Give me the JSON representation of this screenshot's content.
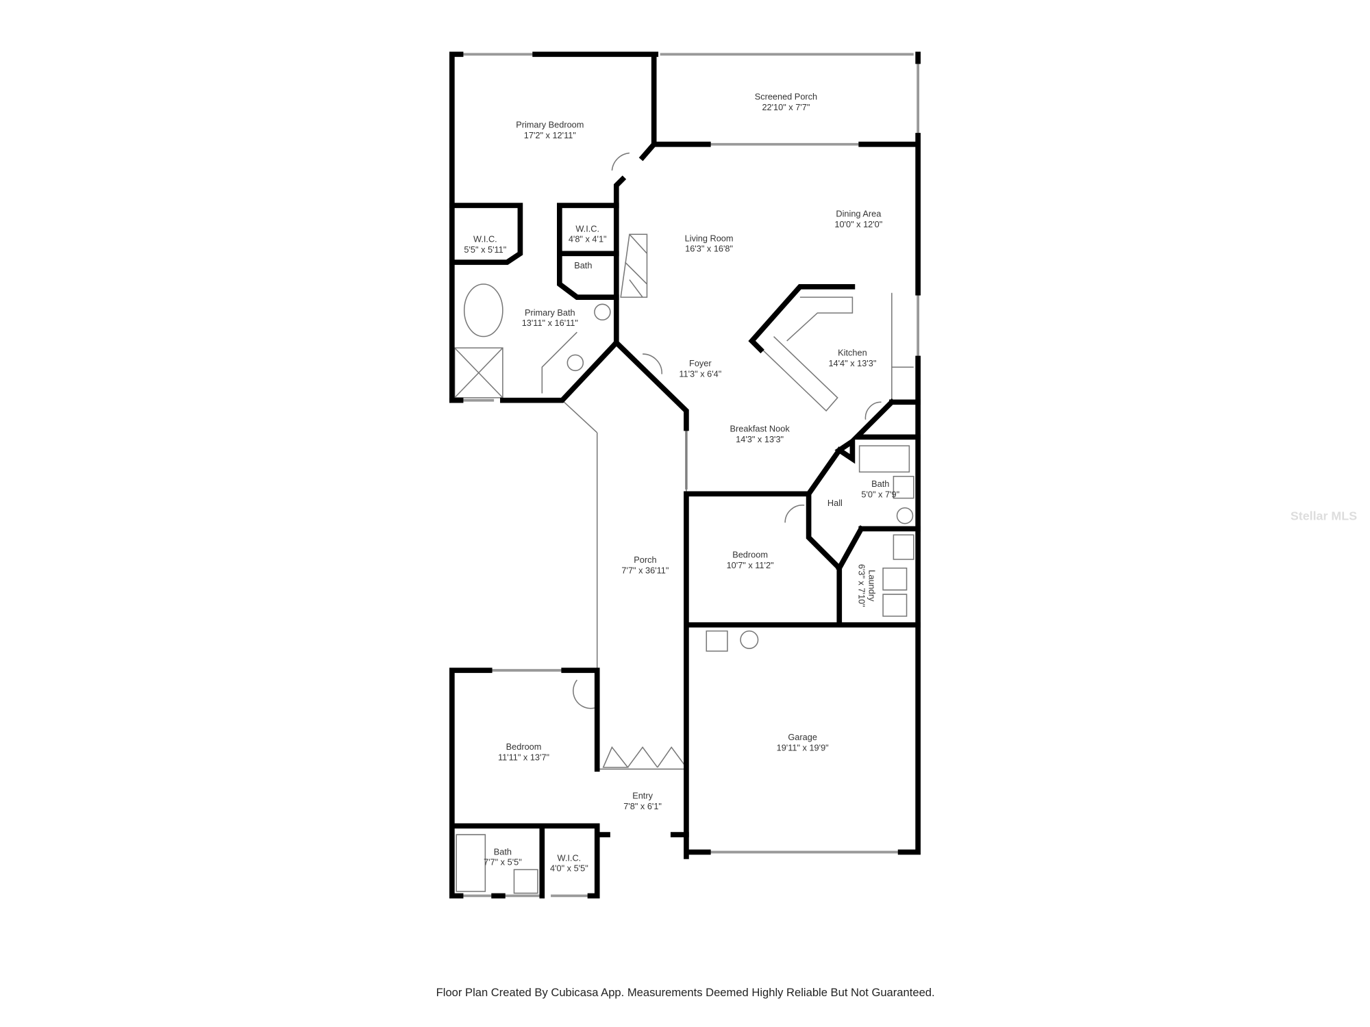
{
  "rooms": [
    {
      "name": "Primary Bedroom",
      "dim": "17'2\" x 12'11\""
    },
    {
      "name": "Screened Porch",
      "dim": "22'10\" x 7'7\""
    },
    {
      "name": "Dining Area",
      "dim": "10'0\" x 12'0\""
    },
    {
      "name": "Living Room",
      "dim": "16'3\" x 16'8\""
    },
    {
      "name": "W.I.C.",
      "dim": "5'5\" x 5'11\""
    },
    {
      "name": "W.I.C.",
      "dim": "4'8\" x 4'1\""
    },
    {
      "name": "Bath",
      "dim": ""
    },
    {
      "name": "Primary Bath",
      "dim": "13'11\" x 16'11\""
    },
    {
      "name": "Kitchen",
      "dim": "14'4\" x 13'3\""
    },
    {
      "name": "Foyer",
      "dim": "11'3\" x 6'4\""
    },
    {
      "name": "Breakfast Nook",
      "dim": "14'3\" x 13'3\""
    },
    {
      "name": "Bath",
      "dim": "5'0\" x 7'9\""
    },
    {
      "name": "Hall",
      "dim": ""
    },
    {
      "name": "Porch",
      "dim": "7'7\" x 36'11\""
    },
    {
      "name": "Bedroom",
      "dim": "10'7\" x 11'2\""
    },
    {
      "name": "Laundry",
      "dim": "6'3\" x 7'10\""
    },
    {
      "name": "Garage",
      "dim": "19'11\" x 19'9\""
    },
    {
      "name": "Bedroom",
      "dim": "11'11\" x 13'7\""
    },
    {
      "name": "Entry",
      "dim": "7'8\" x 6'1\""
    },
    {
      "name": "Bath",
      "dim": "7'7\" x 5'5\""
    },
    {
      "name": "W.I.C.",
      "dim": "4'0\" x 5'5\""
    }
  ],
  "watermark": "Stellar MLS",
  "footer": "Floor Plan Created By Cubicasa App. Measurements Deemed Highly Reliable But Not Guaranteed."
}
